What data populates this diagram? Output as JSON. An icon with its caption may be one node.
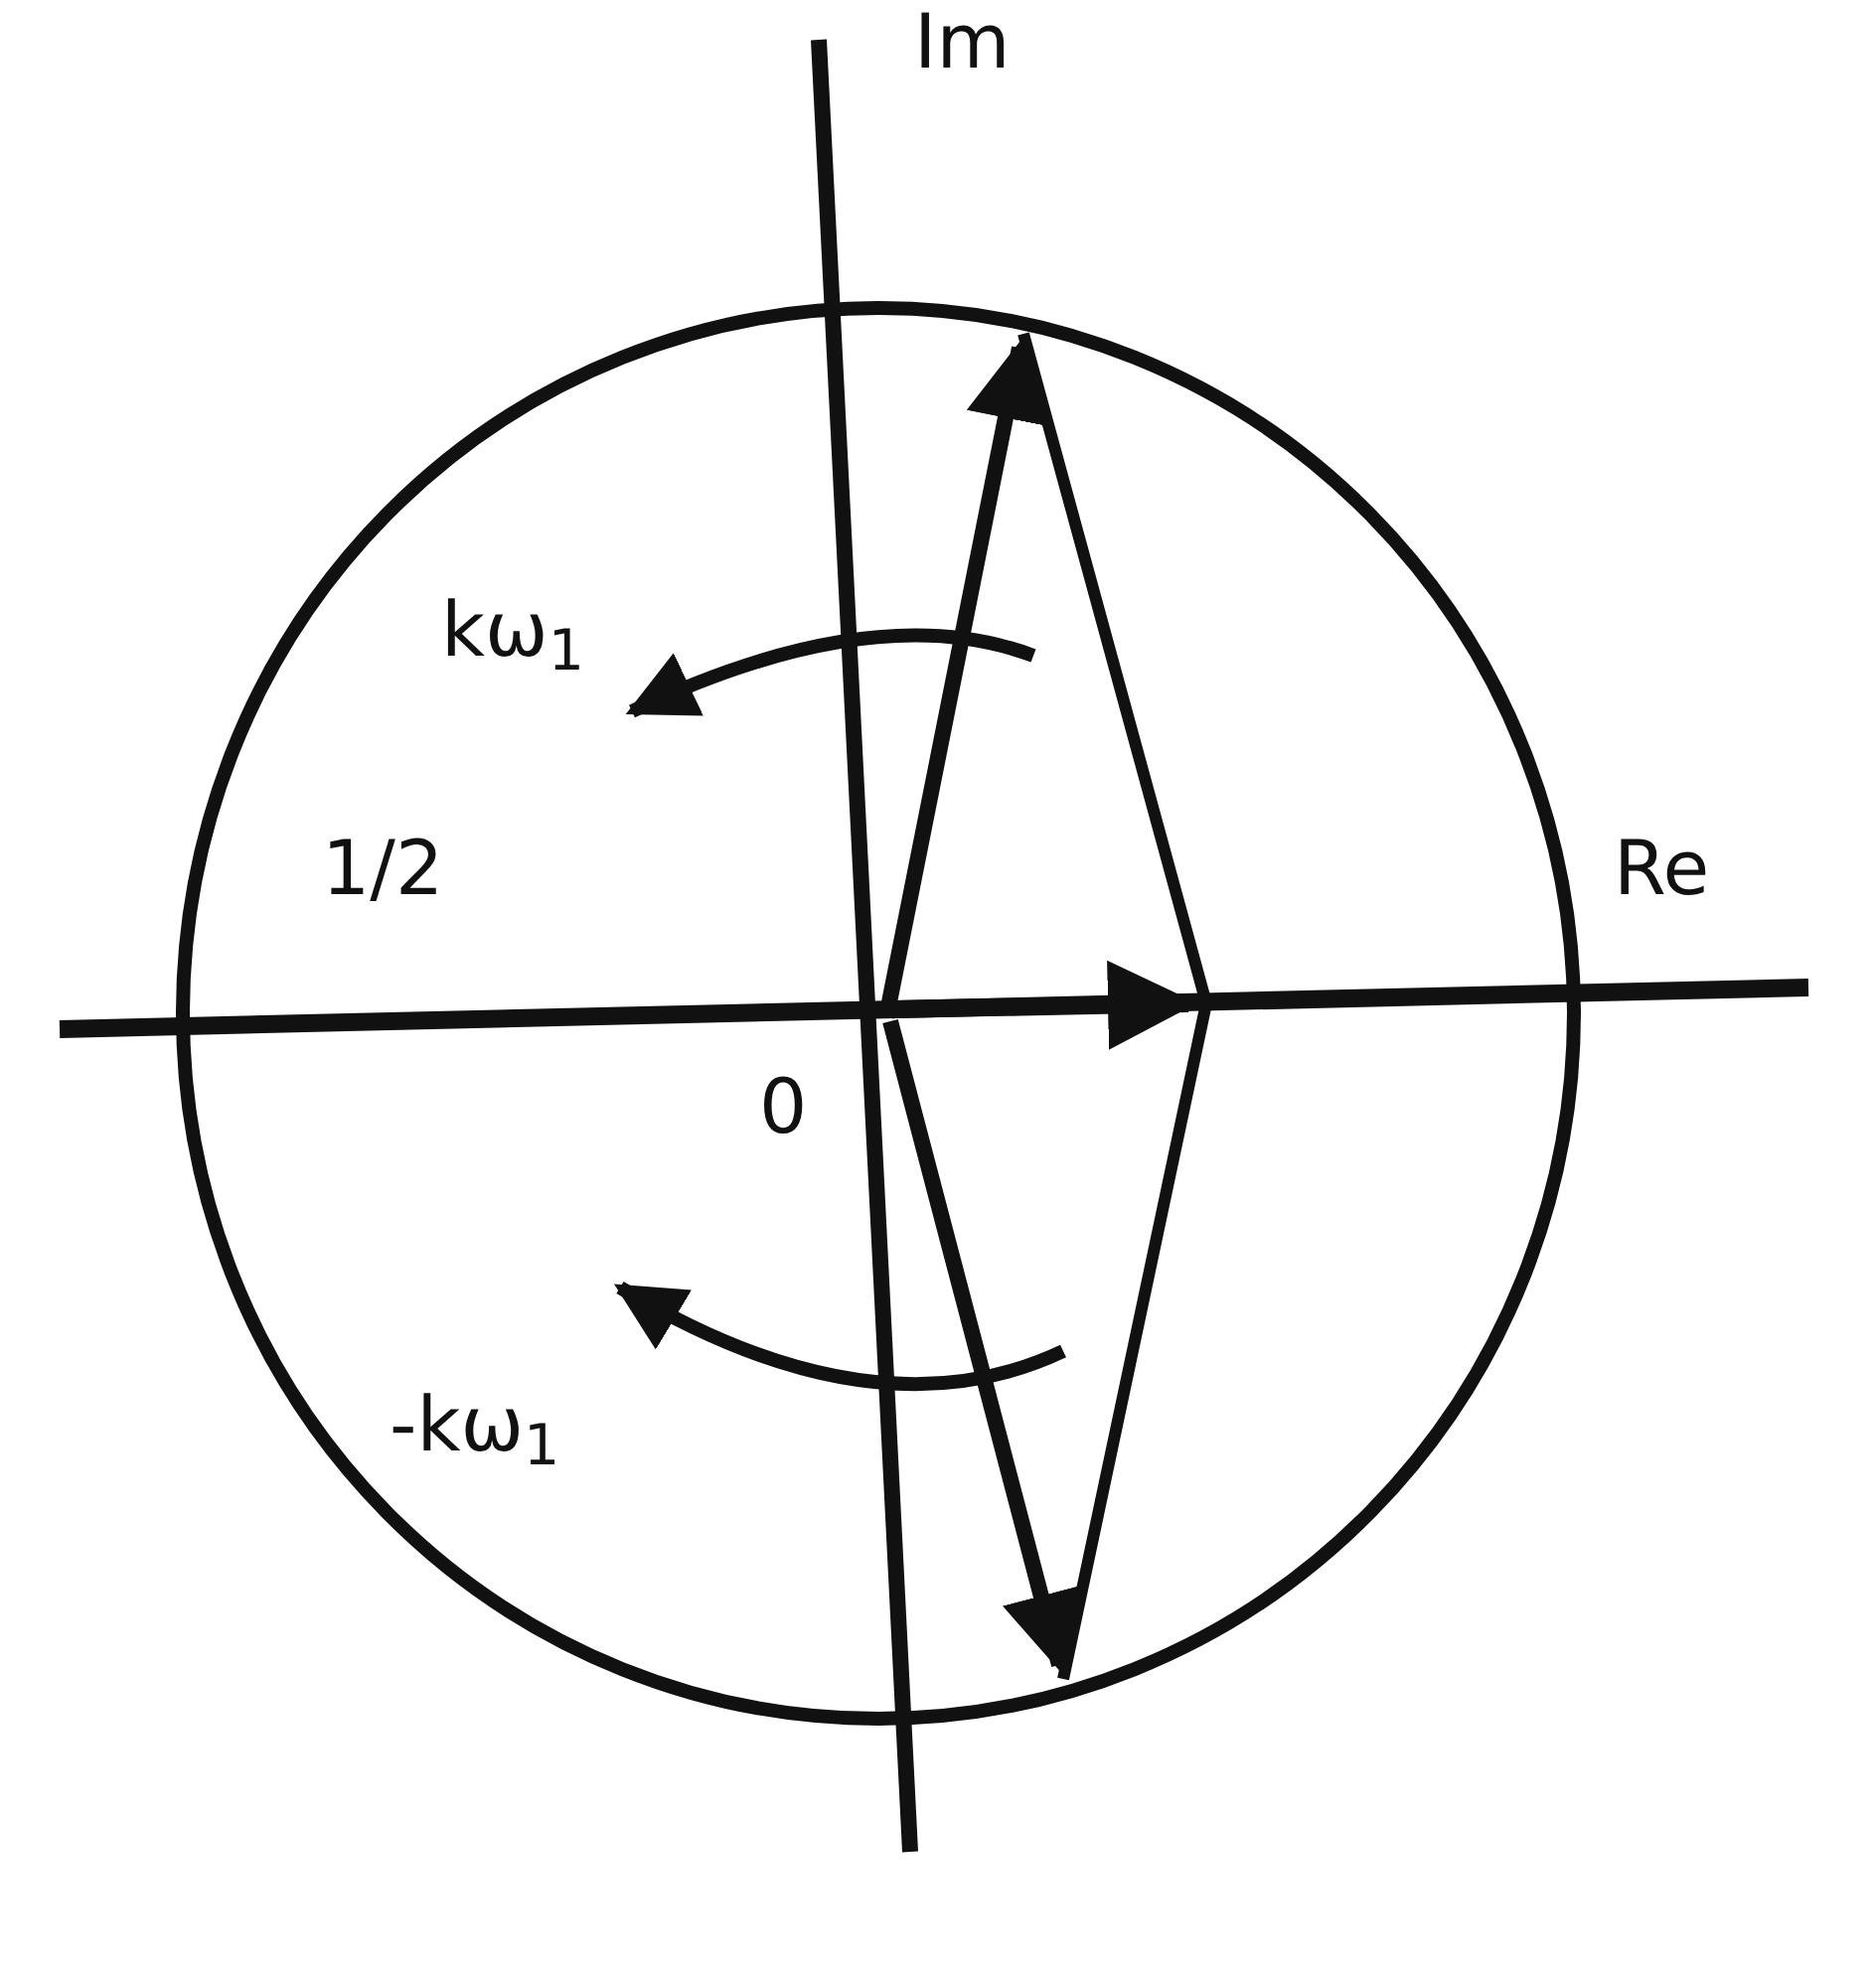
{
  "diagram": {
    "labels": [
      "Im",
      "kω$_{1}$",
      "1/2",
      "Re",
      "0",
      "-kω$_{1}$"
    ]
  }
}
